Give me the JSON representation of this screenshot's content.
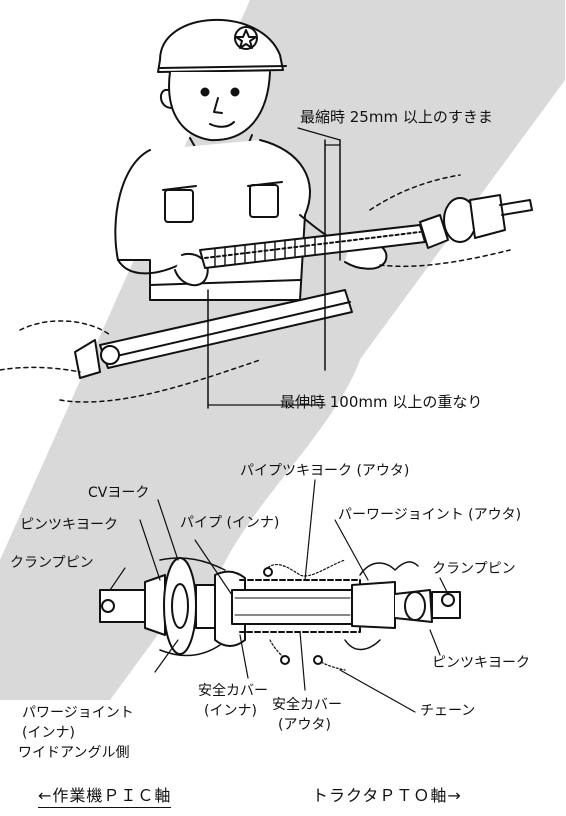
{
  "figure": {
    "top_labels": {
      "min_clearance": "最縮時 25mm 以上のすきま",
      "max_overlap": "最伸時 100mm 以上の重なり"
    },
    "parts": {
      "pipe_yoke_outer": "パイプツキヨーク (アウタ)",
      "cv_yoke": "CVヨーク",
      "pin_yoke_left": "ピンツキヨーク",
      "pipe_inner": "パイプ (インナ)",
      "power_joint_outer": "パーワージョイント (アウタ)",
      "clamp_pin_left": "クランプピン",
      "clamp_pin_right": "クランプピン",
      "pin_yoke_right": "ピンツキヨーク",
      "power_joint_inner": "パワージョイント",
      "power_joint_inner_sub": "(インナ)",
      "wide_angle_side": "ワイドアングル側",
      "safety_cover_inner": "安全カバー",
      "safety_cover_inner_sub": "(インナ)",
      "safety_cover_outer": "安全カバー",
      "safety_cover_outer_sub": "(アウタ)",
      "chain": "チェーン"
    },
    "footer": {
      "implement_side": "←作業機ＰＩＣ軸",
      "tractor_side": "トラクタＰＴＯ軸→"
    }
  },
  "colors": {
    "watermark": "#d9d9d9",
    "ink": "#111111"
  }
}
